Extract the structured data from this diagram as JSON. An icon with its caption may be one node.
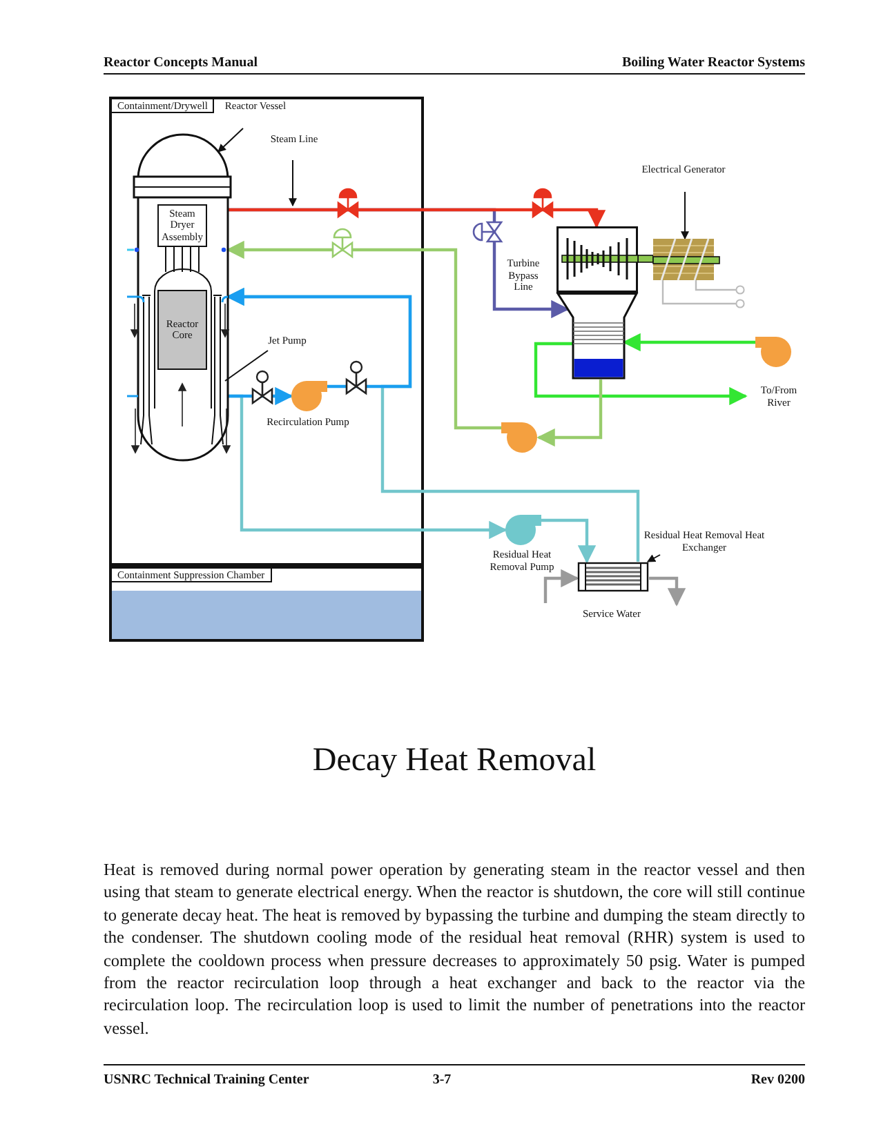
{
  "diagram": {
    "title": "Decay Heat Removal",
    "caption": "Heat is removed during normal power operation by generating steam in the reactor vessel and then using that steam to generate electrical energy. When the reactor is shutdown, the core will still continue to generate decay heat. The heat is removed by bypassing the turbine and dumping the steam directly to the condenser. The shutdown cooling mode of the residual heat removal (RHR) system is used to complete the cooldown process when pressure decreases to approximately 50 psig. Water is pumped from the reactor recirculation loop through a heat exchanger and back to the reactor via the recirculation loop. The recirculation loop is used to limit the number of penetrations into the reactor vessel.",
    "nodes": [
      {
        "text": [
          "Containment/Drywell"
        ]
      },
      {
        "text": [
          "Reactor Vessel"
        ],
        "in": 0
      },
      {
        "text": [],
        "shape": "cylinder",
        "in": 0
      },
      {
        "text": [
          "Steam Dryer Assembly"
        ],
        "in": 2
      },
      {
        "text": [
          "Reactor Core"
        ],
        "in": 2
      },
      {
        "text": [
          "Steam Line"
        ],
        "in": 0
      },
      {
        "text": [
          "Jet Pump"
        ],
        "in": 0
      },
      {
        "text": [],
        "shape": "pump",
        "in": 0,
        "beside": [
          "Recirculation Pump"
        ]
      },
      {
        "text": [
          "Containment Suppression Chamber"
        ]
      },
      {
        "text": [],
        "shape": "box"
      },
      {
        "text": [],
        "shape": "box"
      },
      {
        "text": [],
        "shape": "box"
      },
      {
        "text": [
          "Electrical Generator"
        ]
      },
      {
        "text": [],
        "shape": "pump"
      },
      {
        "text": [],
        "shape": "pump"
      },
      {
        "text": [],
        "shape": "pump",
        "beside": [
          "Residual Heat Removal Pump"
        ]
      },
      {
        "text": [],
        "shape": "box"
      },
      {
        "text": [
          "Residual Heat Removal Heat Exchanger"
        ]
      },
      {
        "text": [
          "To/From River"
        ]
      }
    ],
    "edges": [
      {
        "from": 1,
        "to": 2,
        "arrow": "to"
      },
      {
        "from": 5,
        "to": null,
        "arrow": "to"
      },
      {
        "from": 6,
        "to": 2,
        "arrow": "none"
      },
      {
        "from": 2,
        "to": 9,
        "arrow": "to",
        "color": "#e8321e"
      },
      {
        "from": 2,
        "to": 10,
        "arrow": "to",
        "color": "#5b5ba8"
      },
      {
        "from": 10,
        "to": 13,
        "arrow": "to",
        "color": "#98cc6c"
      },
      {
        "from": 13,
        "to": 2,
        "arrow": "to",
        "color": "#98cc6c"
      },
      {
        "from": 14,
        "to": 10,
        "arrow": "to",
        "color": "#33e633"
      },
      {
        "from": 10,
        "to": 18,
        "arrow": "to",
        "color": "#33e633"
      },
      {
        "from": 2,
        "to": 7,
        "arrow": "to",
        "color": "#1a9ef0"
      },
      {
        "from": 7,
        "to": 2,
        "arrow": "to",
        "color": "#1a9ef0"
      },
      {
        "from": 2,
        "to": 15,
        "arrow": "to",
        "color": "#72c6cc"
      },
      {
        "from": 15,
        "to": 16,
        "arrow": "to",
        "color": "#72c6cc"
      },
      {
        "from": 16,
        "to": 2,
        "arrow": "to",
        "color": "#72c6cc"
      },
      {
        "from": null,
        "to": 16,
        "arrow": "to",
        "color": "#9a9a9a"
      },
      {
        "from": 16,
        "to": null,
        "arrow": "to",
        "color": "#9a9a9a"
      },
      {
        "from": 12,
        "to": 11,
        "arrow": "to"
      },
      {
        "from": 17,
        "to": 16,
        "arrow": "to"
      }
    ],
    "labels": [
      "Reactor Concepts Manual",
      "Boiling Water Reactor Systems",
      "Turbine Bypass Line",
      "Service Water",
      "USNRC Technical Training Center",
      "3-7",
      "Rev 0200"
    ]
  }
}
